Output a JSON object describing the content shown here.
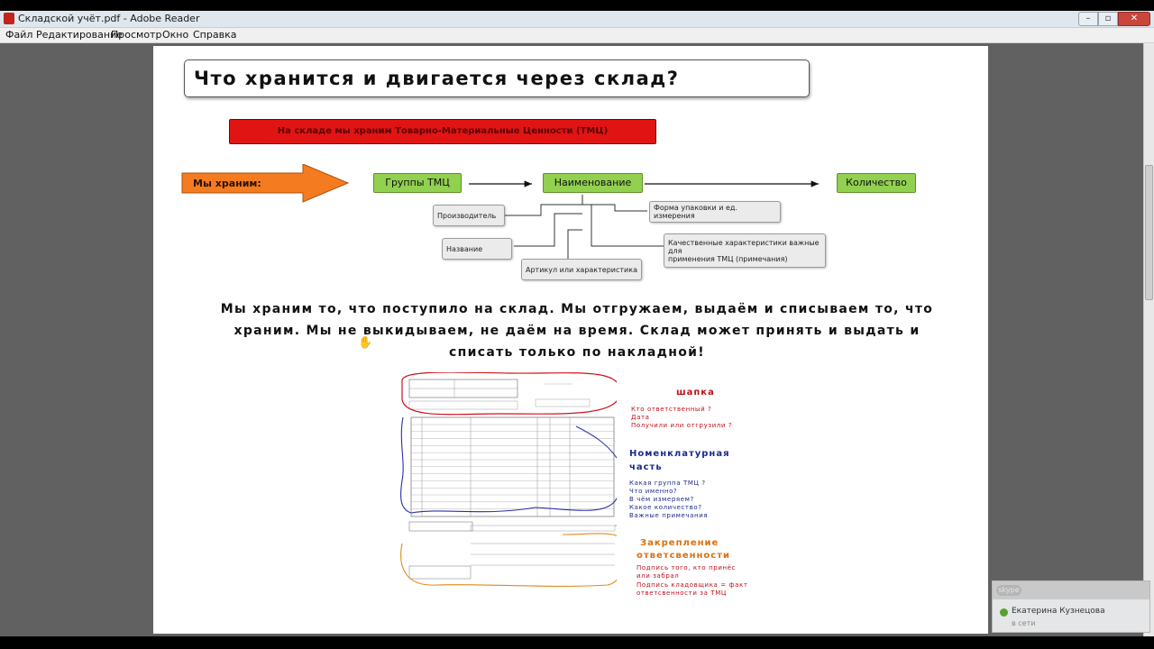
{
  "window": {
    "title": "Складской учёт.pdf - Adobe Reader",
    "min": "–",
    "max": "▫",
    "close": "✕"
  },
  "menu": [
    "Файл",
    "Редактирование",
    "Просмотр",
    "Окно",
    "Справка"
  ],
  "slide": {
    "title": "Что хранится и двигается через склад?",
    "banner": "На складе мы храним Товарно-Материальные Ценности (ТМЦ)",
    "arrow_label": "Мы храним:",
    "green": {
      "groups": "Группы ТМЦ",
      "name": "Наименование",
      "qty": "Количество"
    },
    "gray": {
      "producer": "Производитель",
      "title": "Название",
      "article": "Артикул или характеристика",
      "pack": "Форма упаковки и ед. измерения",
      "quality_1": "Качественные характеристики важные для",
      "quality_2": "применения ТМЦ (примечания)"
    },
    "paragraph": "Мы храним то, что поступило на склад. Мы отгружаем, выдаём и списываем то, что храним. Мы не выкидываем, не даём на время. Склад может принять и выдать и списать только по накладной!"
  },
  "document": {
    "annotations": {
      "header": "шапка",
      "h1": "Кто ответственный ?",
      "h2": "Дата",
      "h3": "Получили или отгрузили ?",
      "nom_1": "Номенклатурная",
      "nom_2": "часть",
      "n1": "Какая группа ТМЦ ?",
      "n2": "Что именно?",
      "n3": "В чём измеряем?",
      "n4": "Какое количество?",
      "n5": "Важные примечания",
      "resp_1": "Закрепление",
      "resp_2": "ответсвенности",
      "r1": "Подпись того, кто принёс",
      "r2": "или забрал",
      "r3": "Подпись кладовщика = факт",
      "r4": "ответсвенности за ТМЦ"
    }
  },
  "skype": {
    "logo": "skype",
    "name": "Екатерина Кузнецова",
    "status": "в сети"
  },
  "colors": {
    "banner": "#e11414",
    "green": "#92d050",
    "arrow": "#f47b20"
  }
}
